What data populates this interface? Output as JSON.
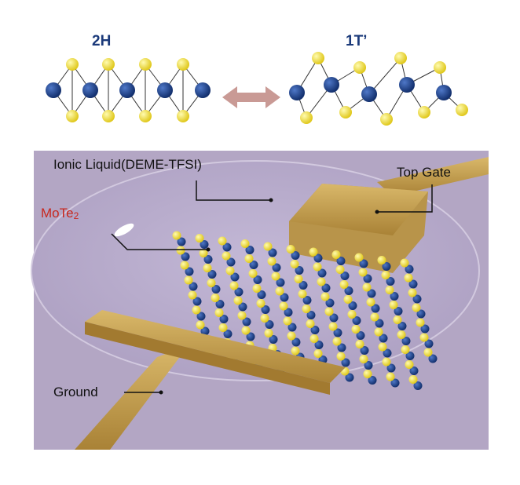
{
  "phases": {
    "left": "2H",
    "right": "1T’"
  },
  "labels": {
    "ionic_liquid": "Ionic Liquid(DEME-TFSI)",
    "top_gate": "Top Gate",
    "material": "MoTe",
    "material_sub": "2",
    "ground": "Ground"
  },
  "colors": {
    "mo_atom": "#1d3f84",
    "te_atom": "#f0e040",
    "gold": "#c9a455",
    "background": "#b3a6c4",
    "material_label": "#c8281e",
    "arrow": "#c99a95"
  }
}
